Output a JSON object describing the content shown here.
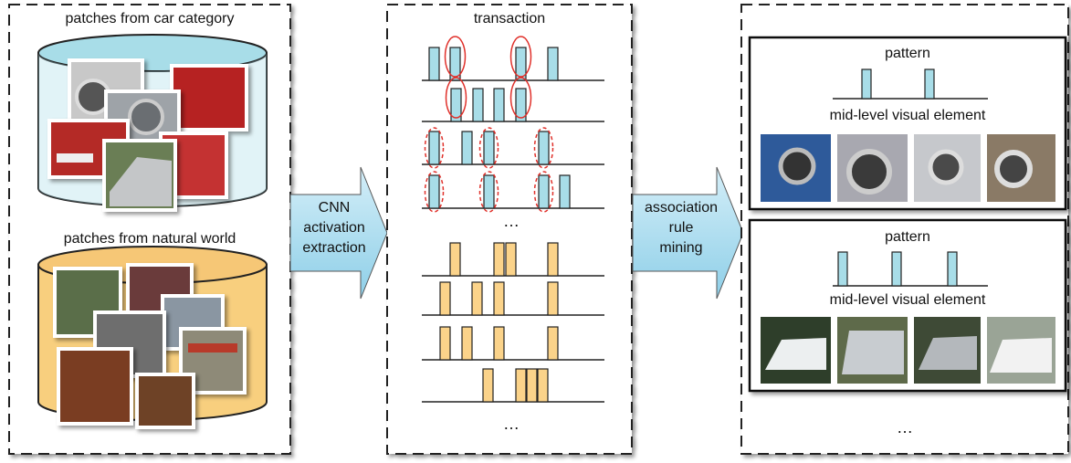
{
  "panel_left": {
    "car_label": "patches from car category",
    "nature_label": "patches from natural world"
  },
  "arrow1": {
    "line1": "CNN",
    "line2": "activation",
    "line3": "extraction"
  },
  "panel_middle": {
    "title": "transaction",
    "ellipsis_top": "…",
    "ellipsis_bottom": "…"
  },
  "arrow2": {
    "line1": "association",
    "line2": "rule",
    "line3": "mining"
  },
  "panel_right": {
    "pattern1": {
      "title": "pattern",
      "subtitle": "mid-level visual element"
    },
    "pattern2": {
      "title": "pattern",
      "subtitle": "mid-level visual element"
    },
    "ellipsis": "…"
  },
  "colors": {
    "cyan_bar": "#a8dde8",
    "orange_bar": "#fbd38a",
    "cyl_top_cyan": "#a8dde8",
    "cyl_top_orange": "#f6c776",
    "arrow_fill": "#a8d8ee",
    "red_circle": "#e0302a"
  }
}
